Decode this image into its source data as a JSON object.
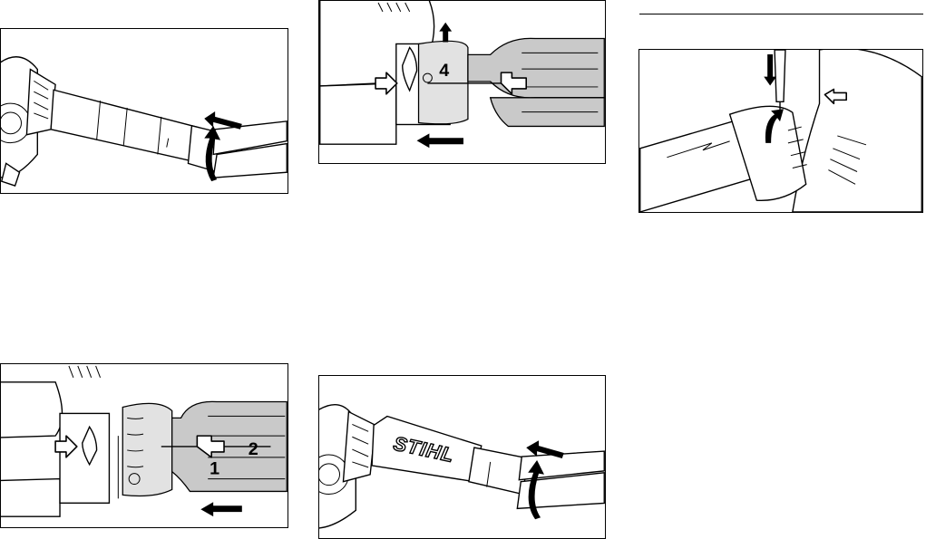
{
  "figures": [
    {
      "id": "fig-top-left",
      "callouts": []
    },
    {
      "id": "fig-top-middle",
      "callouts": [
        "4"
      ]
    },
    {
      "id": "fig-top-right",
      "callouts": []
    },
    {
      "id": "fig-bottom-left",
      "callouts": [
        "1",
        "2"
      ]
    },
    {
      "id": "fig-bottom-middle",
      "callouts": [],
      "brand_text": "STIHL"
    }
  ],
  "icons": [
    "push-arrow-icon",
    "pull-arrow-icon",
    "rotate-arrow-icon",
    "hollow-arrow-icon",
    "screwdriver-icon"
  ]
}
